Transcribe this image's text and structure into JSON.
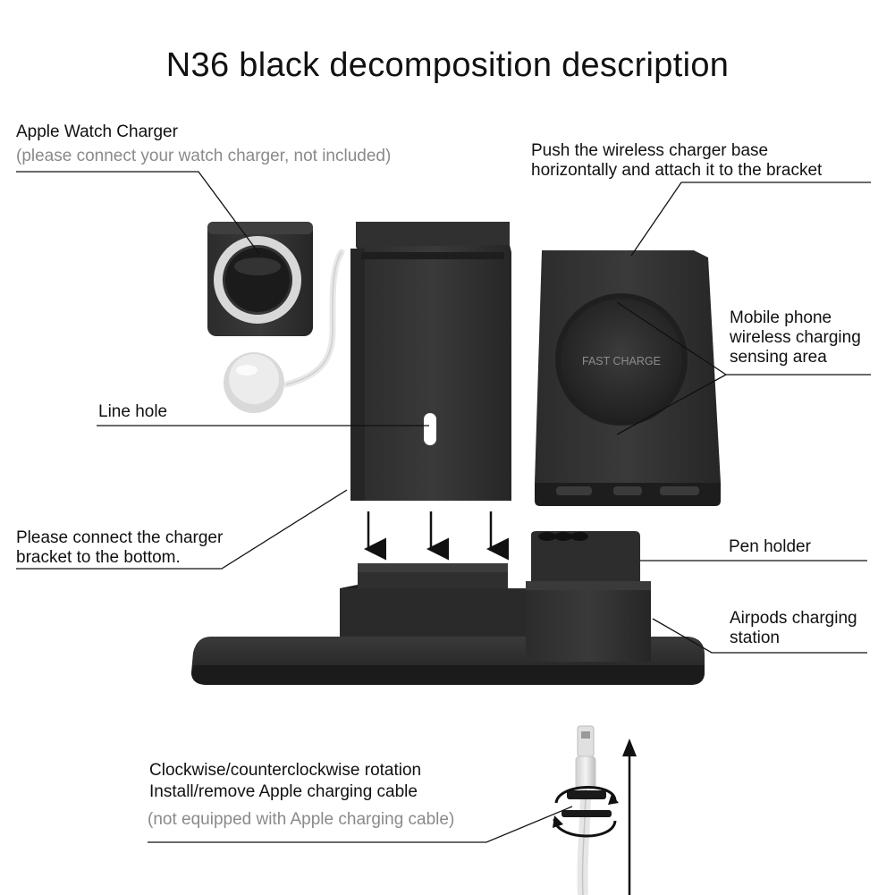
{
  "title": "N36 black decomposition description",
  "labels": {
    "watch_title": "Apple Watch Charger",
    "watch_note": "(please connect your watch charger, not included)",
    "push_line1": "Push the wireless charger base",
    "push_line2": "horizontally and attach it to the bracket",
    "mobile_line1": "Mobile phone",
    "mobile_line2": "wireless charging",
    "mobile_line3": "sensing area",
    "line_hole": "Line hole",
    "connect_line1": "Please connect the charger",
    "connect_line2": "bracket to the bottom.",
    "pen_holder": "Pen holder",
    "airpods_line1": "Airpods charging",
    "airpods_line2": "station",
    "rotation_line1": "Clockwise/counterclockwise rotation",
    "rotation_line2": "Install/remove Apple charging cable",
    "rotation_note": "(not equipped with Apple charging cable)",
    "fast_charge": "FAST CHARGE"
  },
  "colors": {
    "product": "#2a2a2a",
    "product_dark": "#1c1c1c",
    "product_light": "#3c3c3c",
    "leader_line": "#111111",
    "note_text": "#8a8a8a"
  }
}
